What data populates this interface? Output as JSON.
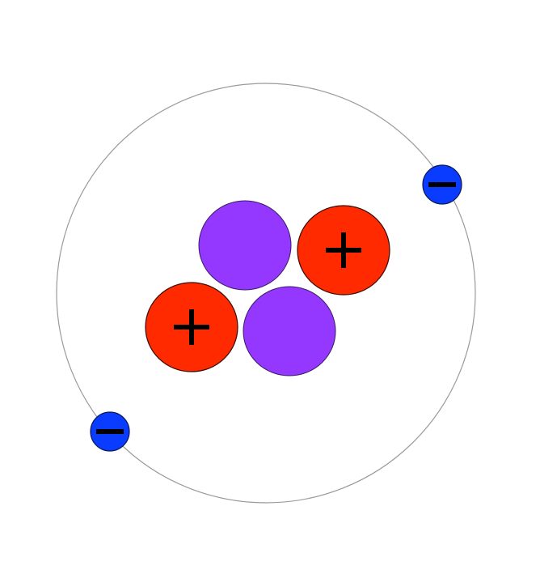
{
  "colors": {
    "background": "#ffffff",
    "orbit": "#9a9a9a",
    "proton": "#ff2a00",
    "neutron": "#9538ff",
    "electron": "#0a3cff",
    "outline": "#222222",
    "sign": "#000000"
  },
  "particles": {
    "protons": [
      {
        "name": "proton",
        "charge_icon": "plus-sign-icon"
      },
      {
        "name": "proton",
        "charge_icon": "plus-sign-icon"
      }
    ],
    "neutrons": [
      {
        "name": "neutron"
      },
      {
        "name": "neutron"
      }
    ],
    "electrons": [
      {
        "name": "electron",
        "charge_icon": "minus-sign-icon"
      },
      {
        "name": "electron",
        "charge_icon": "minus-sign-icon"
      }
    ]
  }
}
